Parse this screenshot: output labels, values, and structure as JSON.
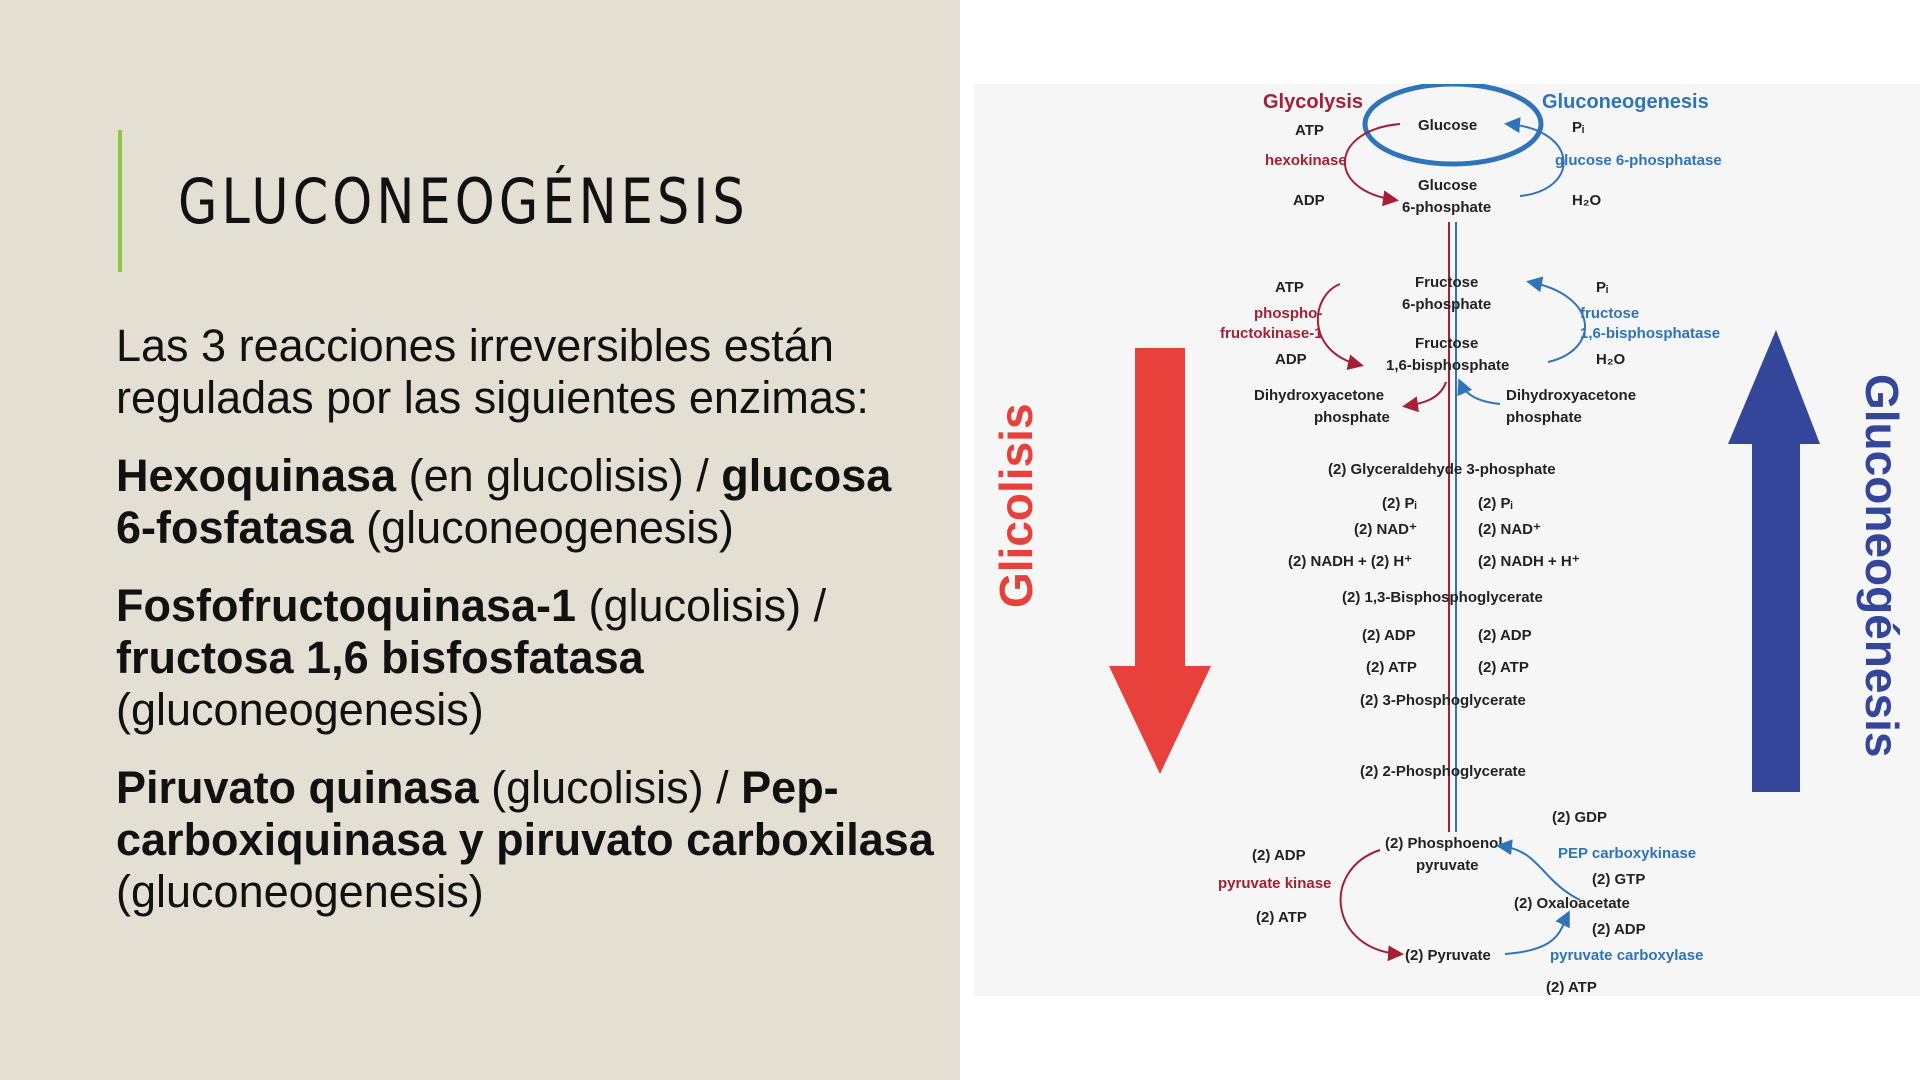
{
  "slide": {
    "title": "GLUCONEOGÉNESIS",
    "intro": "Las 3 reacciones irreversibles están reguladas por las siguientes enzimas:",
    "pairs": [
      {
        "a_bold": "Hexoquinasa",
        "a_text": " (en glucolisis) / ",
        "b_bold": "glucosa 6-fosfatasa",
        "b_text": " (gluconeogenesis)"
      },
      {
        "a_bold": "Fosfofructoquinasa-1",
        "a_text": " (glucolisis) / ",
        "b_bold": "fructosa 1,6 bisfosfatasa",
        "b_text": " (gluconeogenesis)"
      },
      {
        "a_bold": "Piruvato quinasa",
        "a_text": " (glucolisis) / ",
        "b_bold": "Pep-carboxiquinasa y piruvato carboxilasa",
        "b_text": " (gluconeogenesis)"
      }
    ]
  },
  "diagram": {
    "glycolysis": "Glycolysis",
    "gluconeogenesis": "Gluconeogenesis",
    "glucose": "Glucose",
    "atp": "ATP",
    "adp": "ADP",
    "hexokinase": "hexokinase",
    "pi": "Pᵢ",
    "h2o": "H₂O",
    "g6pase": "glucose 6-phosphatase",
    "g6p_1": "Glucose",
    "g6p_2": "6-phosphate",
    "f6p_1": "Fructose",
    "f6p_2": "6-phosphate",
    "f16bp_1": "Fructose",
    "f16bp_2": "1,6-bisphosphate",
    "pfk_1": "phospho-",
    "pfk_2": "fructokinase-1",
    "fbpase_1": "fructose",
    "fbpase_2": "1,6-bisphosphatase",
    "dhap_1": "Dihydroxyacetone",
    "dhap_2": "phosphate",
    "g3p": "(2) Glyceraldehyde 3-phosphate",
    "pi2": "(2) Pᵢ",
    "nad": "(2) NAD⁺",
    "nadh": "(2) NADH + (2) H⁺",
    "nadh_r": "(2) NADH + H⁺",
    "bpg": "(2) 1,3-Bisphosphoglycerate",
    "adp2": "(2) ADP",
    "atp2": "(2) ATP",
    "pg3": "(2) 3-Phosphoglycerate",
    "pg2": "(2) 2-Phosphoglycerate",
    "pep_1": "(2) Phosphoenol-",
    "pep_2": "pyruvate",
    "pk": "pyruvate kinase",
    "gdp": "(2) GDP",
    "pepck": "PEP carboxykinase",
    "gtp": "(2) GTP",
    "oaa": "(2) Oxaloacetate",
    "pyruvate": "(2) Pyruvate",
    "pc": "pyruvate carboxylase",
    "glicolisis_big": "Glicolisis",
    "gluconeogenesis_big": "Gluconeogénesis"
  },
  "colors": {
    "accent": "#8dc63f",
    "glycolysis_red": "#a52035",
    "gluconeo_blue": "#2f74b8",
    "big_arrow_red": "#e8403a",
    "big_arrow_blue": "#34469a"
  }
}
